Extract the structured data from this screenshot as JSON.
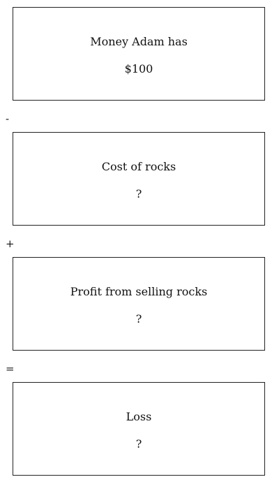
{
  "diagram": {
    "boxes": [
      {
        "label": "Money Adam has",
        "value": "$100"
      },
      {
        "label": "Cost of rocks",
        "value": "?"
      },
      {
        "label": "Profit from selling rocks",
        "value": "?"
      },
      {
        "label": "Loss",
        "value": "?"
      }
    ],
    "operators": [
      "-",
      "+",
      "="
    ]
  }
}
